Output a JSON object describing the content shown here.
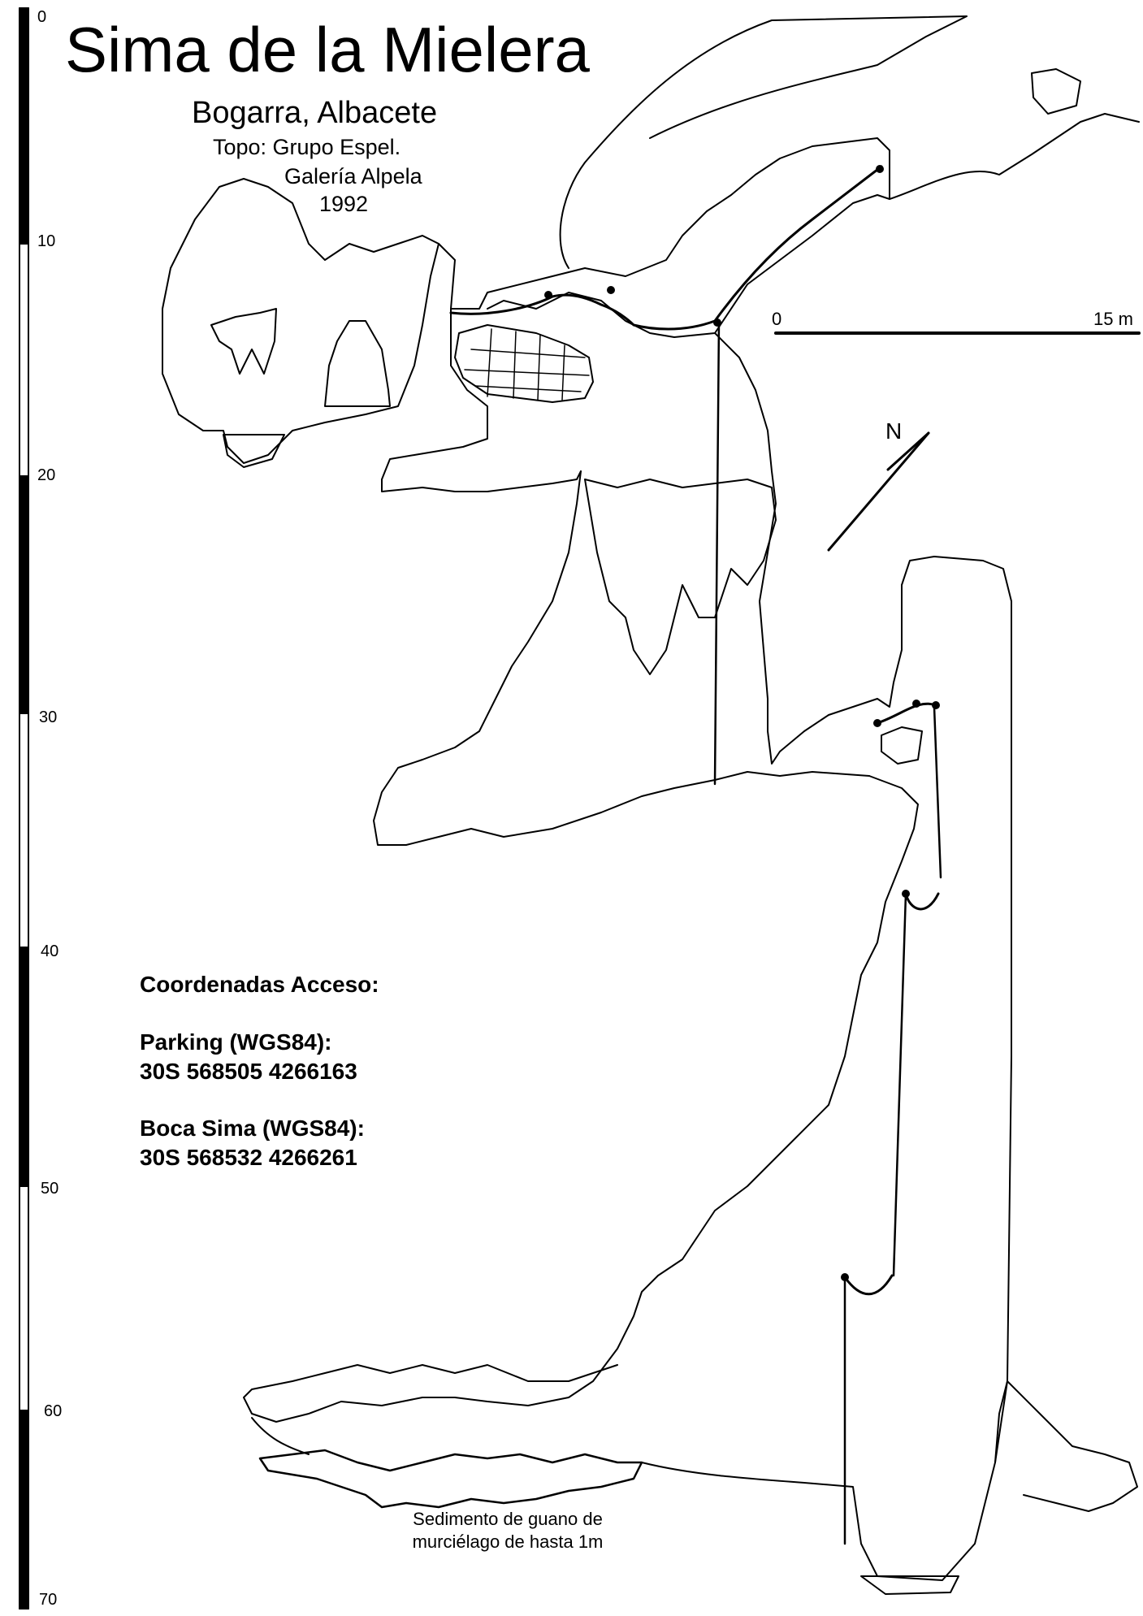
{
  "survey": {
    "title": "Sima de la Mielera",
    "location": "Bogarra, Albacete",
    "credit_line1": "Topo:  Grupo Espel.",
    "credit_line2": "Galería Alpela",
    "year": "1992"
  },
  "depth_scale": {
    "labels": [
      "0",
      "10",
      "20",
      "30",
      "40",
      "50",
      "60",
      "70"
    ]
  },
  "horizontal_scale": {
    "start_label": "0",
    "end_label": "15 m"
  },
  "north_arrow": {
    "label": "N"
  },
  "coordinates": {
    "heading": "Coordenadas Acceso:",
    "parking_label": "Parking (WGS84):",
    "parking_value": "30S 568505 4266163",
    "entrance_label": "Boca Sima (WGS84):",
    "entrance_value": "30S 568532 4266261"
  },
  "annotations": {
    "guano_line1": "Sedimento de guano de",
    "guano_line2": "murciélago de hasta 1m"
  }
}
